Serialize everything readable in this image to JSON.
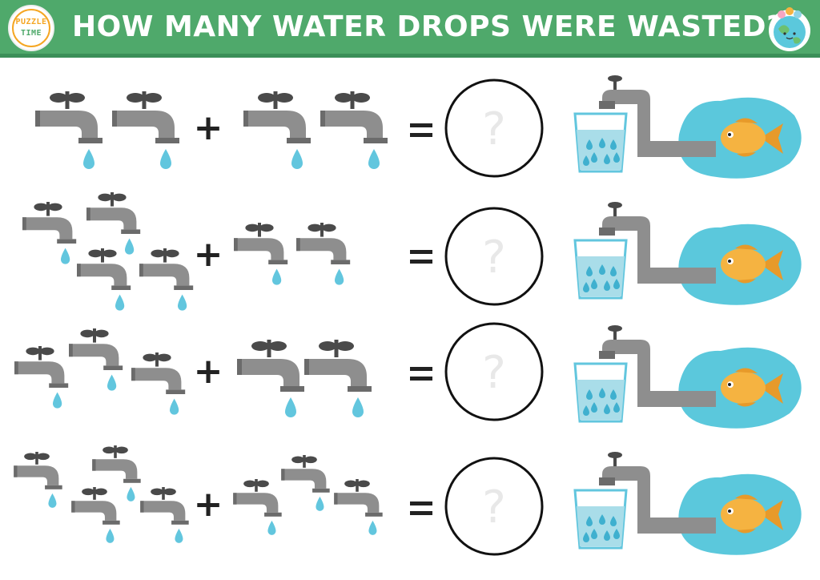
{
  "header": {
    "title": "HOW MANY WATER DROPS WERE WASTED?",
    "logo_line1": "PUZZLE",
    "logo_line2": "TIME",
    "colors": {
      "header_green": "#4fa96b",
      "header_dark": "#3b8f58"
    }
  },
  "symbols": {
    "plus": "+",
    "equals": "=",
    "question": "?"
  },
  "colors": {
    "tap_body": "#8e8e8e",
    "tap_dark": "#6b6b6b",
    "handle": "#4a4a4a",
    "drop": "#62c6de",
    "pond": "#5bc8dc",
    "fish": "#f5b341",
    "glass_water": "#a9dde9"
  },
  "icons": [
    "faucet-icon",
    "water-drop-icon",
    "answer-circle",
    "glass-icon",
    "pipe-icon",
    "pond-icon",
    "fish-icon",
    "earth-icon"
  ],
  "puzzles": [
    {
      "left_taps": 2,
      "right_taps": 2,
      "answer": ""
    },
    {
      "left_taps": 4,
      "right_taps": 2,
      "answer": ""
    },
    {
      "left_taps": 3,
      "right_taps": 2,
      "answer": ""
    },
    {
      "left_taps": 4,
      "right_taps": 3,
      "answer": ""
    }
  ]
}
